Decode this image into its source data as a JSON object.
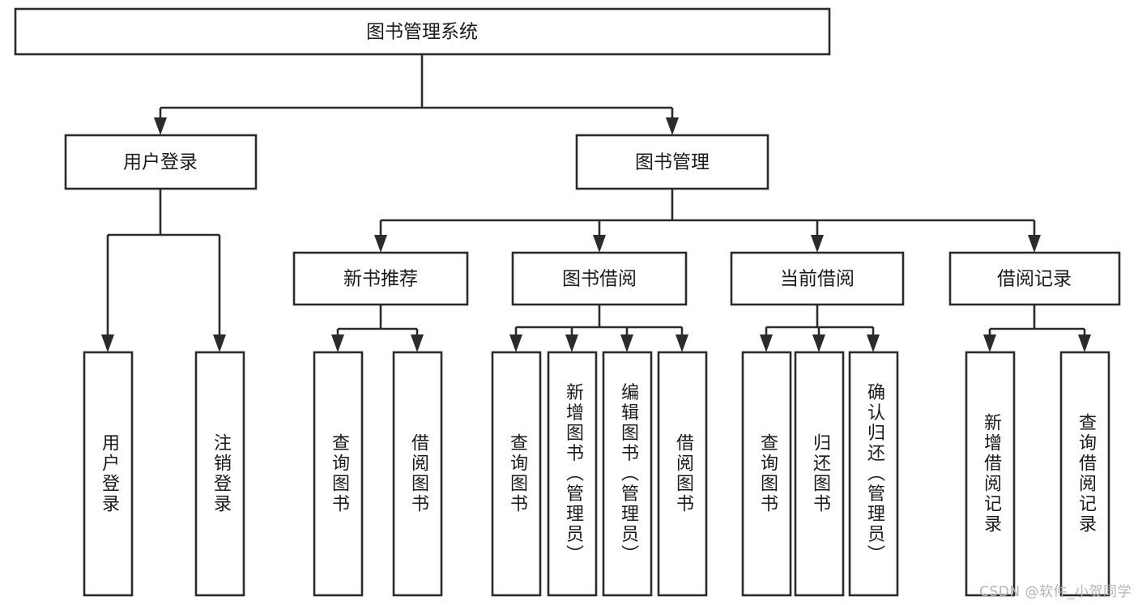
{
  "diagram": {
    "title": "图书管理系统",
    "type": "tree-hierarchy-chart",
    "root": {
      "id": "root",
      "label": "图书管理系统",
      "orientation": "horizontal"
    },
    "level2": [
      {
        "id": "user-login",
        "label": "用户登录",
        "orientation": "horizontal"
      },
      {
        "id": "book-manage",
        "label": "图书管理",
        "orientation": "horizontal"
      }
    ],
    "level3": [
      {
        "id": "new-book-recommend",
        "label": "新书推荐",
        "orientation": "horizontal",
        "parent": "book-manage"
      },
      {
        "id": "book-borrow",
        "label": "图书借阅",
        "orientation": "horizontal",
        "parent": "book-manage"
      },
      {
        "id": "current-borrow",
        "label": "当前借阅",
        "orientation": "horizontal",
        "parent": "book-manage"
      },
      {
        "id": "borrow-record",
        "label": "借阅记录",
        "orientation": "horizontal",
        "parent": "book-manage"
      }
    ],
    "leaves": [
      {
        "id": "leaf-user-login",
        "label": "用户登录",
        "orientation": "vertical",
        "parent": "user-login"
      },
      {
        "id": "leaf-user-logout",
        "label": "注销登录",
        "orientation": "vertical",
        "parent": "user-login"
      },
      {
        "id": "leaf-query-book-1",
        "label": "查询图书",
        "orientation": "vertical",
        "parent": "new-book-recommend"
      },
      {
        "id": "leaf-borrow-book-1",
        "label": "借阅图书",
        "orientation": "vertical",
        "parent": "new-book-recommend"
      },
      {
        "id": "leaf-query-book-2",
        "label": "查询图书",
        "orientation": "vertical",
        "parent": "book-borrow"
      },
      {
        "id": "leaf-add-book",
        "label": "新增图书（管理员）",
        "orientation": "vertical",
        "parent": "book-borrow"
      },
      {
        "id": "leaf-edit-book",
        "label": "编辑图书（管理员）",
        "orientation": "vertical",
        "parent": "book-borrow"
      },
      {
        "id": "leaf-borrow-book-2",
        "label": "借阅图书",
        "orientation": "vertical",
        "parent": "book-borrow"
      },
      {
        "id": "leaf-query-book-3",
        "label": "查询图书",
        "orientation": "vertical",
        "parent": "current-borrow"
      },
      {
        "id": "leaf-return-book",
        "label": "归还图书",
        "orientation": "vertical",
        "parent": "current-borrow"
      },
      {
        "id": "leaf-confirm-return",
        "label": "确认归还（管理员）",
        "orientation": "vertical",
        "parent": "current-borrow"
      },
      {
        "id": "leaf-add-record",
        "label": "新增借阅记录",
        "orientation": "vertical",
        "parent": "borrow-record"
      },
      {
        "id": "leaf-query-record",
        "label": "查询借阅记录",
        "orientation": "vertical",
        "parent": "borrow-record"
      }
    ],
    "colors": {
      "box_stroke": "#2b2b2b",
      "box_fill": "#ffffff",
      "edge": "#2b2b2b",
      "text": "#1a1a1a",
      "watermark": "#b4b4b4",
      "background": "#ffffff"
    }
  },
  "watermark": {
    "text": "CSDN @软件_小贺同学"
  }
}
